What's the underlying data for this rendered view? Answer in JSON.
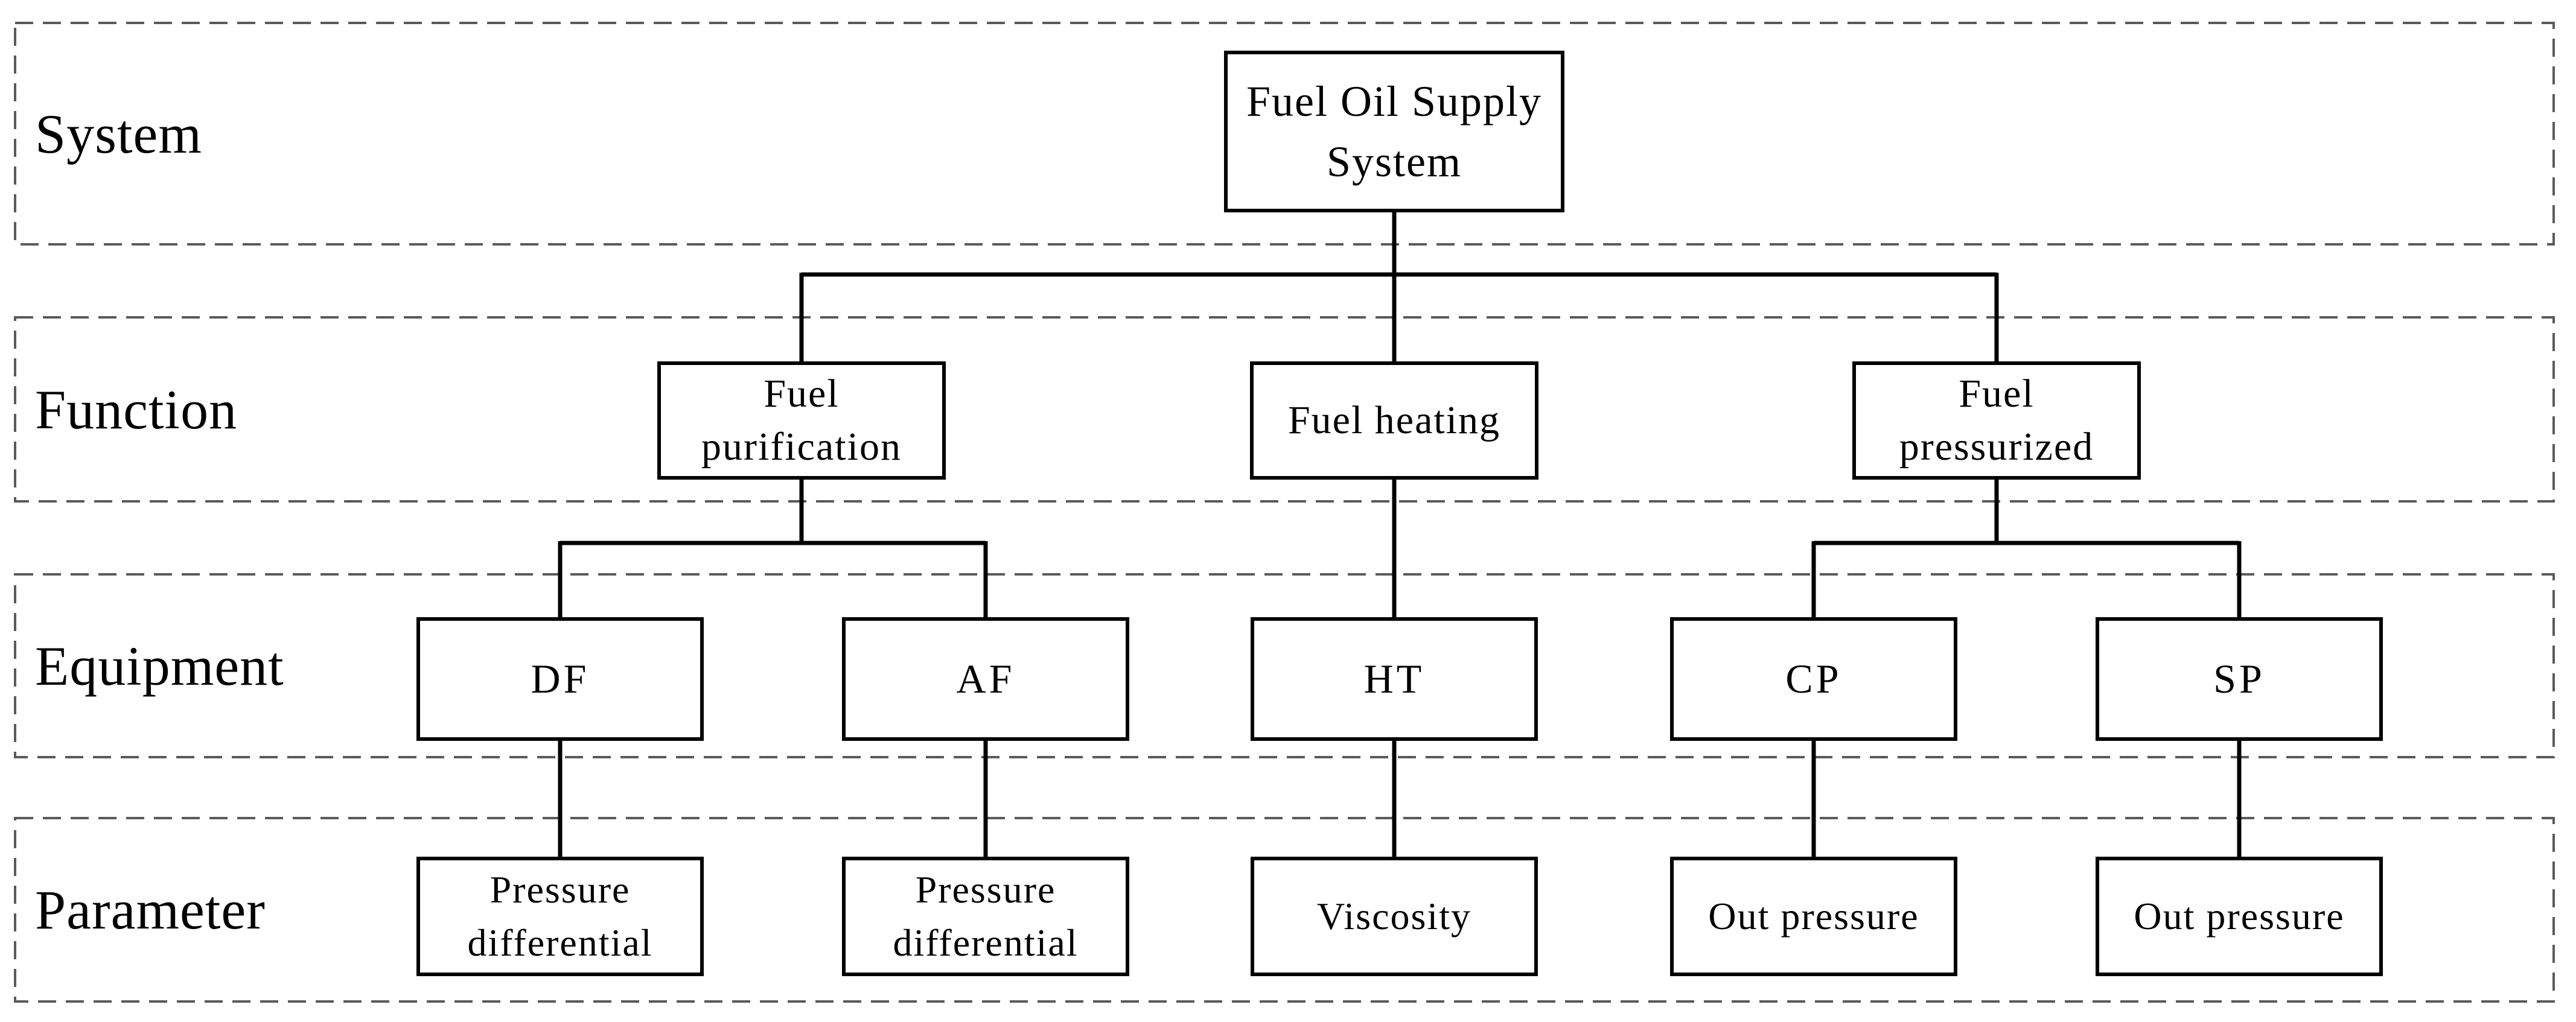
{
  "colors": {
    "line": "#000000",
    "band_border": "#5a5a5a",
    "box_fill": "#ffffff",
    "background": "#ffffff",
    "text": "#000000"
  },
  "rows": {
    "system": {
      "label": "System"
    },
    "function": {
      "label": "Function"
    },
    "equipment": {
      "label": "Equipment"
    },
    "parameter": {
      "label": "Parameter"
    }
  },
  "nodes": {
    "root": {
      "label": "Fuel Oil Supply\nSystem"
    },
    "functions": [
      {
        "label": "Fuel\npurification"
      },
      {
        "label": "Fuel heating"
      },
      {
        "label": "Fuel\npressurized"
      }
    ],
    "equipment": [
      {
        "label": "DF"
      },
      {
        "label": "AF"
      },
      {
        "label": "HT"
      },
      {
        "label": "CP"
      },
      {
        "label": "SP"
      }
    ],
    "parameters": [
      {
        "label": "Pressure\ndifferential"
      },
      {
        "label": "Pressure\ndifferential"
      },
      {
        "label": "Viscosity"
      },
      {
        "label": "Out pressure"
      },
      {
        "label": "Out pressure"
      }
    ]
  }
}
